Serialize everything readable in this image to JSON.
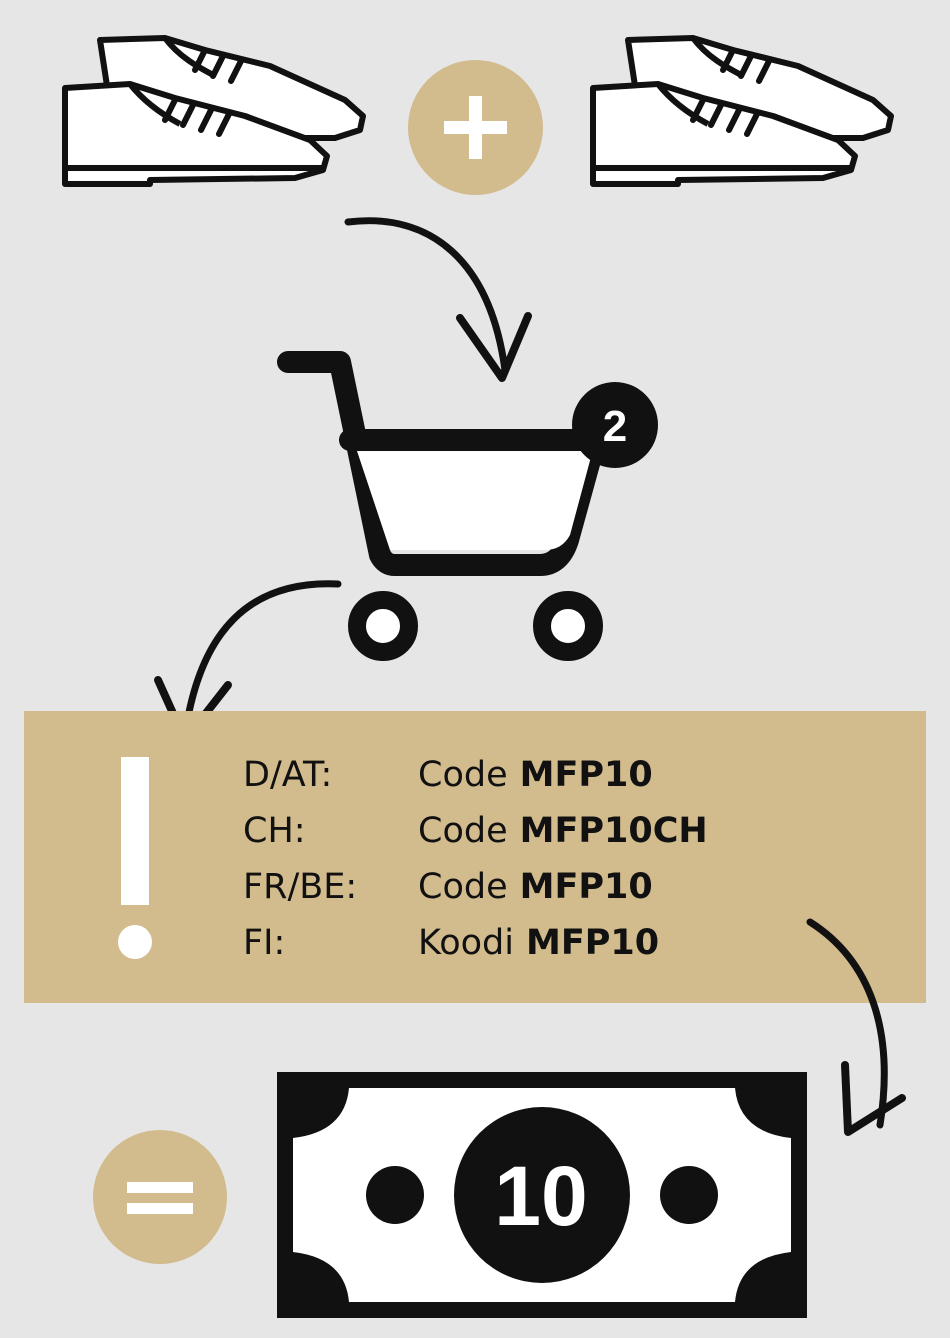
{
  "cart": {
    "badge_count": "2"
  },
  "promo": {
    "rows": [
      {
        "region": "D/AT:",
        "word": "Code",
        "code": "MFP10"
      },
      {
        "region": "CH:",
        "word": "Code",
        "code": "MFP10CH"
      },
      {
        "region": "FR/BE:",
        "word": "Code",
        "code": "MFP10"
      },
      {
        "region": "FI:",
        "word": "Koodi",
        "code": "MFP10"
      }
    ]
  },
  "bill": {
    "value": "10"
  },
  "colors": {
    "background": "#e6e6e6",
    "accent_gold": "#d2bb8c",
    "ink": "#111111"
  },
  "icons": [
    "shoes-icon",
    "plus-icon",
    "curved-arrow-icon",
    "shopping-cart-icon",
    "exclamation-icon",
    "equals-icon",
    "banknote-icon"
  ]
}
